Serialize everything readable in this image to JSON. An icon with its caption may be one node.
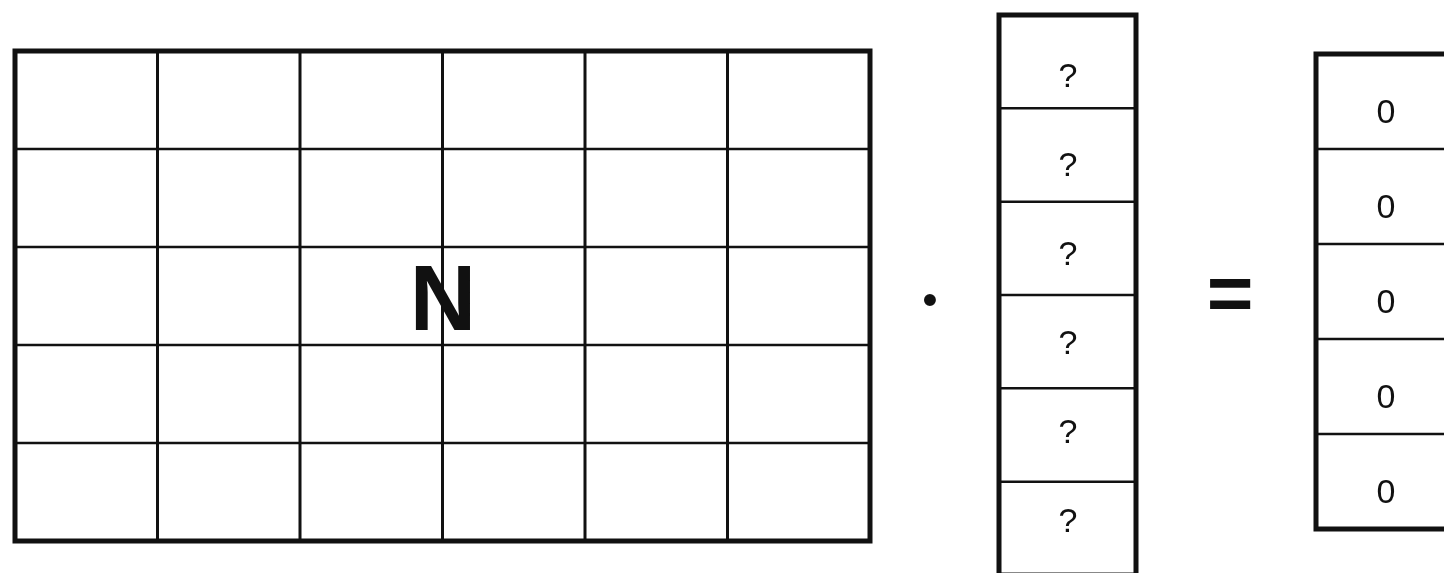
{
  "diagram": {
    "labels": [
      "N",
      "•",
      "?",
      "?",
      "?",
      "?",
      "?",
      "?",
      "=",
      "0",
      "0",
      "0",
      "0",
      "0"
    ]
  }
}
